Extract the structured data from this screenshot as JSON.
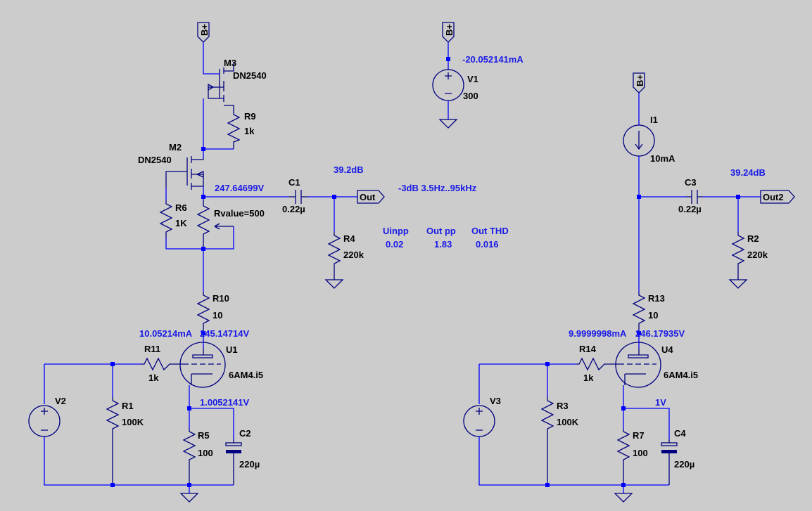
{
  "colors": {
    "background": "#cccccc",
    "wire": "#0000ff",
    "component": "#000080",
    "annotation": "#1a1ae6",
    "text": "#000000"
  },
  "supply_label": "B+",
  "ports": {
    "out": "Out",
    "out2": "Out2"
  },
  "components": {
    "M3": {
      "name": "M3",
      "value": "DN2540"
    },
    "M2": {
      "name": "M2",
      "value": "DN2540"
    },
    "R9": {
      "name": "R9",
      "value": "1k"
    },
    "R6": {
      "name": "R6",
      "value": "1K"
    },
    "Rpot": {
      "value": "Rvalue=500"
    },
    "R10": {
      "name": "R10",
      "value": "10"
    },
    "R11": {
      "name": "R11",
      "value": "1k"
    },
    "U1": {
      "name": "U1",
      "value": "6AM4.i5"
    },
    "R1": {
      "name": "R1",
      "value": "100K"
    },
    "V2": {
      "name": "V2"
    },
    "R5": {
      "name": "R5",
      "value": "100"
    },
    "C2": {
      "name": "C2",
      "value": "220µ"
    },
    "C1": {
      "name": "C1",
      "value": "0.22µ"
    },
    "R4": {
      "name": "R4",
      "value": "220k"
    },
    "V1": {
      "name": "V1",
      "value": "300"
    },
    "I1": {
      "name": "I1",
      "value": "10mA"
    },
    "C3": {
      "name": "C3",
      "value": "0.22µ"
    },
    "R2": {
      "name": "R2",
      "value": "220k"
    },
    "R13": {
      "name": "R13",
      "value": "10"
    },
    "R14": {
      "name": "R14",
      "value": "1k"
    },
    "U4": {
      "name": "U4",
      "value": "6AM4.i5"
    },
    "R3": {
      "name": "R3",
      "value": "100K"
    },
    "V3": {
      "name": "V3"
    },
    "R7": {
      "name": "R7",
      "value": "100"
    },
    "C4": {
      "name": "C4",
      "value": "220µ"
    }
  },
  "annotations": {
    "gain1": "39.2dB",
    "gain2": "39.24dB",
    "bandwidth": "-3dB  3.5Hz..95kHz",
    "col_uinpp": "Uinpp",
    "col_outpp": "Out pp",
    "col_thd": "Out THD",
    "val_uinpp": "0.02",
    "val_outpp": "1.83",
    "val_thd": "0.016",
    "v_m2_source": "247.64699V",
    "i_u1": "10.05214mA",
    "v_u1_plate": "245.14714V",
    "v_u1_cathode": "1.0052141V",
    "i_v1": "-20.052141mA",
    "i_u4": "9.9999998mA",
    "v_u4_plate": "246.17935V",
    "v_u4_cathode": "1V"
  }
}
